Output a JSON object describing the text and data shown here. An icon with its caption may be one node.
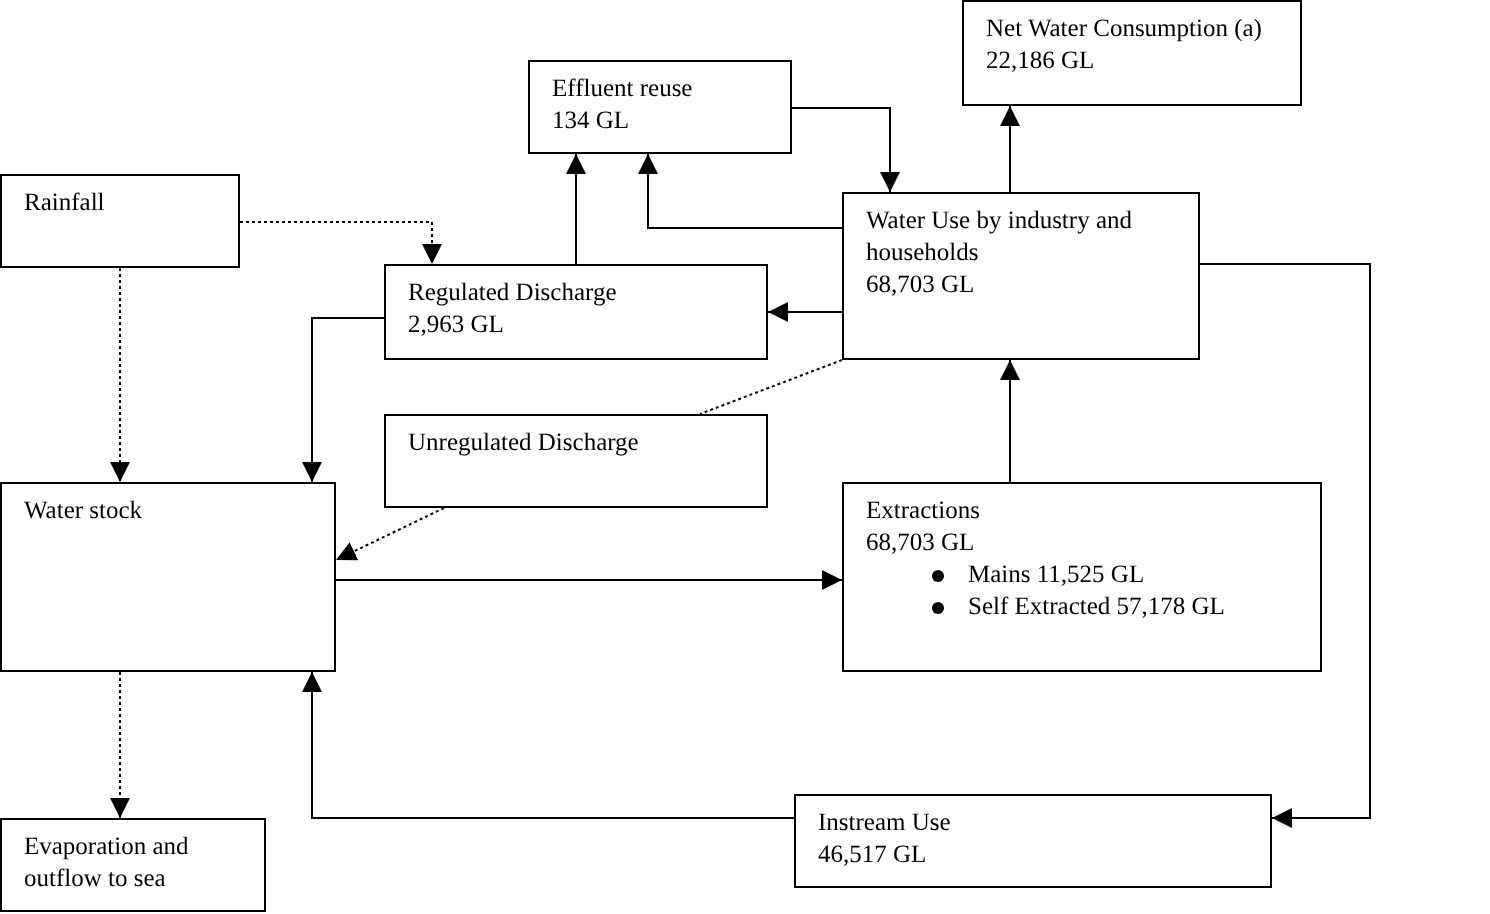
{
  "diagram": {
    "nodes": [
      {
        "text": [
          "Net Water Consumption (a)",
          "22,186 GL"
        ]
      },
      {
        "text": [
          "Effluent reuse",
          "134 GL"
        ]
      },
      {
        "text": [
          "Rainfall"
        ]
      },
      {
        "text": [
          "Water Use by industry and households",
          "68,703 GL"
        ]
      },
      {
        "text": [
          "Regulated Discharge",
          "2,963 GL"
        ]
      },
      {
        "text": [
          "Unregulated Discharge"
        ]
      },
      {
        "text": [
          "Water stock"
        ]
      },
      {
        "text": [
          "Extractions",
          "68,703 GL",
          "Mains 11,525 GL",
          "Self Extracted 57,178 GL"
        ]
      },
      {
        "text": [
          "Evaporation and outflow to sea"
        ]
      },
      {
        "text": [
          "Instream Use",
          "46,517 GL"
        ]
      }
    ],
    "edges": [
      {
        "from": 2,
        "to": 4,
        "arrow": "to",
        "style": "dashed"
      },
      {
        "from": 2,
        "to": 6,
        "arrow": "to",
        "style": "dashed"
      },
      {
        "from": 4,
        "to": 1,
        "arrow": "to"
      },
      {
        "from": 4,
        "to": 6,
        "arrow": "to"
      },
      {
        "from": 1,
        "to": 3,
        "arrow": "to"
      },
      {
        "from": 3,
        "to": 1,
        "arrow": "to"
      },
      {
        "from": 3,
        "to": 4,
        "arrow": "to"
      },
      {
        "from": 3,
        "to": 0,
        "arrow": "to"
      },
      {
        "from": 3,
        "to": 9,
        "arrow": "to"
      },
      {
        "from": 7,
        "to": 3,
        "arrow": "to"
      },
      {
        "from": 3,
        "to": 5,
        "arrow": "none",
        "style": "dashed"
      },
      {
        "from": 5,
        "to": 6,
        "arrow": "to",
        "style": "dashed"
      },
      {
        "from": 6,
        "to": 7,
        "arrow": "to"
      },
      {
        "from": 6,
        "to": 8,
        "arrow": "to",
        "style": "dashed"
      },
      {
        "from": 9,
        "to": 6,
        "arrow": "to"
      }
    ]
  }
}
